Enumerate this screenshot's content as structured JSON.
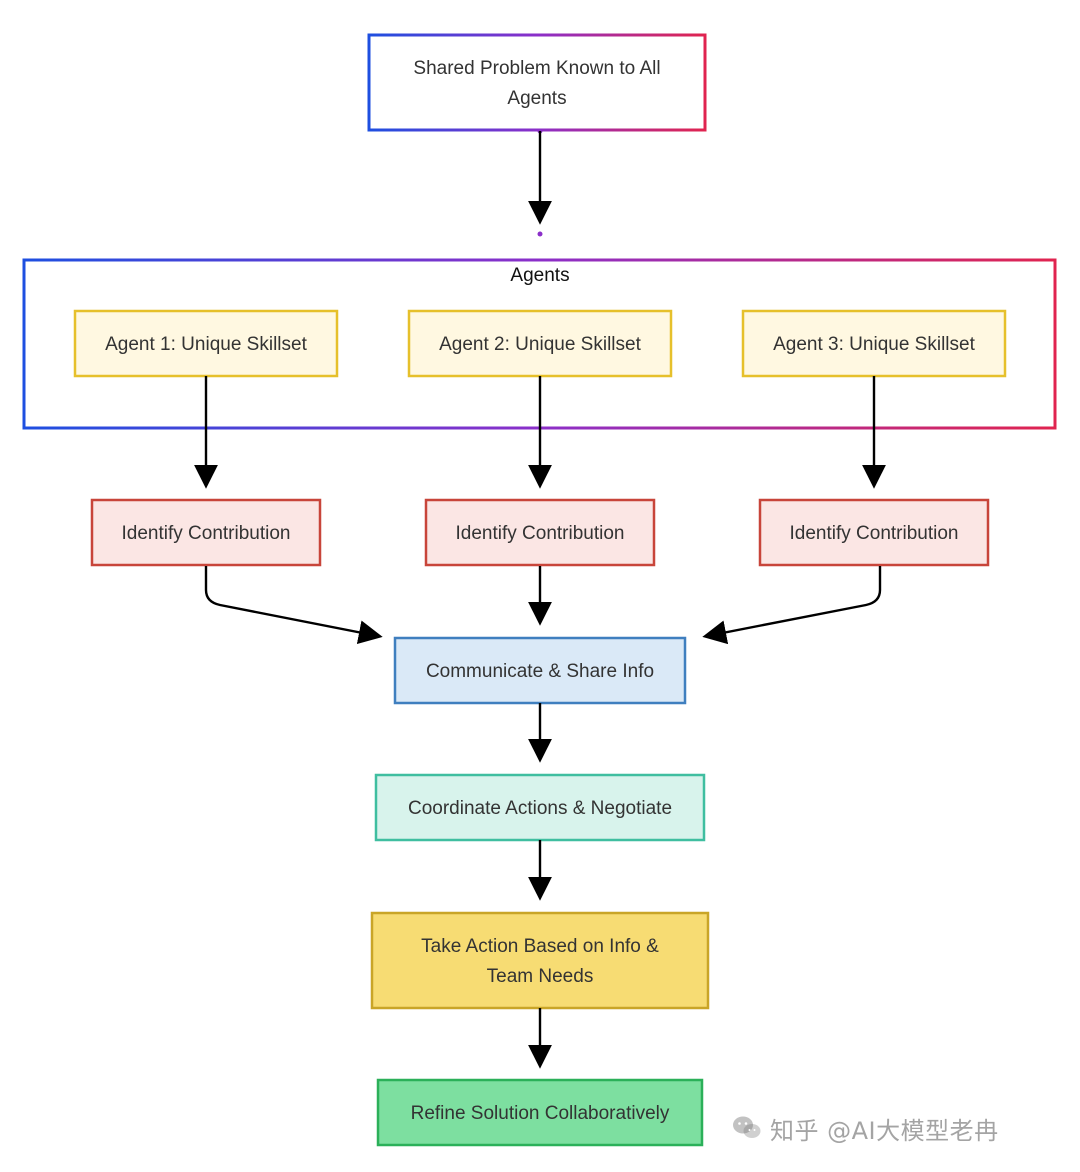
{
  "diagram": {
    "problem": {
      "line1": "Shared Problem Known to All",
      "line2": "Agents"
    },
    "group": {
      "title": "Agents"
    },
    "agents": [
      "Agent 1: Unique Skillset",
      "Agent 2: Unique Skillset",
      "Agent 3: Unique Skillset"
    ],
    "contributions": [
      "Identify Contribution",
      "Identify Contribution",
      "Identify Contribution"
    ],
    "communicate": "Communicate & Share Info",
    "coordinate": "Coordinate Actions & Negotiate",
    "take_action": {
      "line1": "Take Action Based on Info &",
      "line2": "Team Needs"
    },
    "refine": "Refine Solution Collaboratively"
  },
  "watermark": {
    "text": "知乎 @AI大模型老冉",
    "icon": "wechat-icon"
  },
  "colors": {
    "gradient_start": "#1e4fe0",
    "gradient_mid": "#8b2fc9",
    "gradient_end": "#e0244f",
    "agent_fill": "#fff8e1",
    "agent_stroke": "#e6c02b",
    "contrib_fill": "#fbe6e4",
    "contrib_stroke": "#c8453a",
    "communicate_fill": "#dae9f7",
    "communicate_stroke": "#3f7fbf",
    "coordinate_fill": "#d8f3ec",
    "coordinate_stroke": "#3fbea0",
    "take_action_fill": "#f7dc73",
    "take_action_stroke": "#c9a527",
    "refine_fill": "#7ddfa0",
    "refine_stroke": "#2bb059",
    "arrow": "#000000"
  }
}
